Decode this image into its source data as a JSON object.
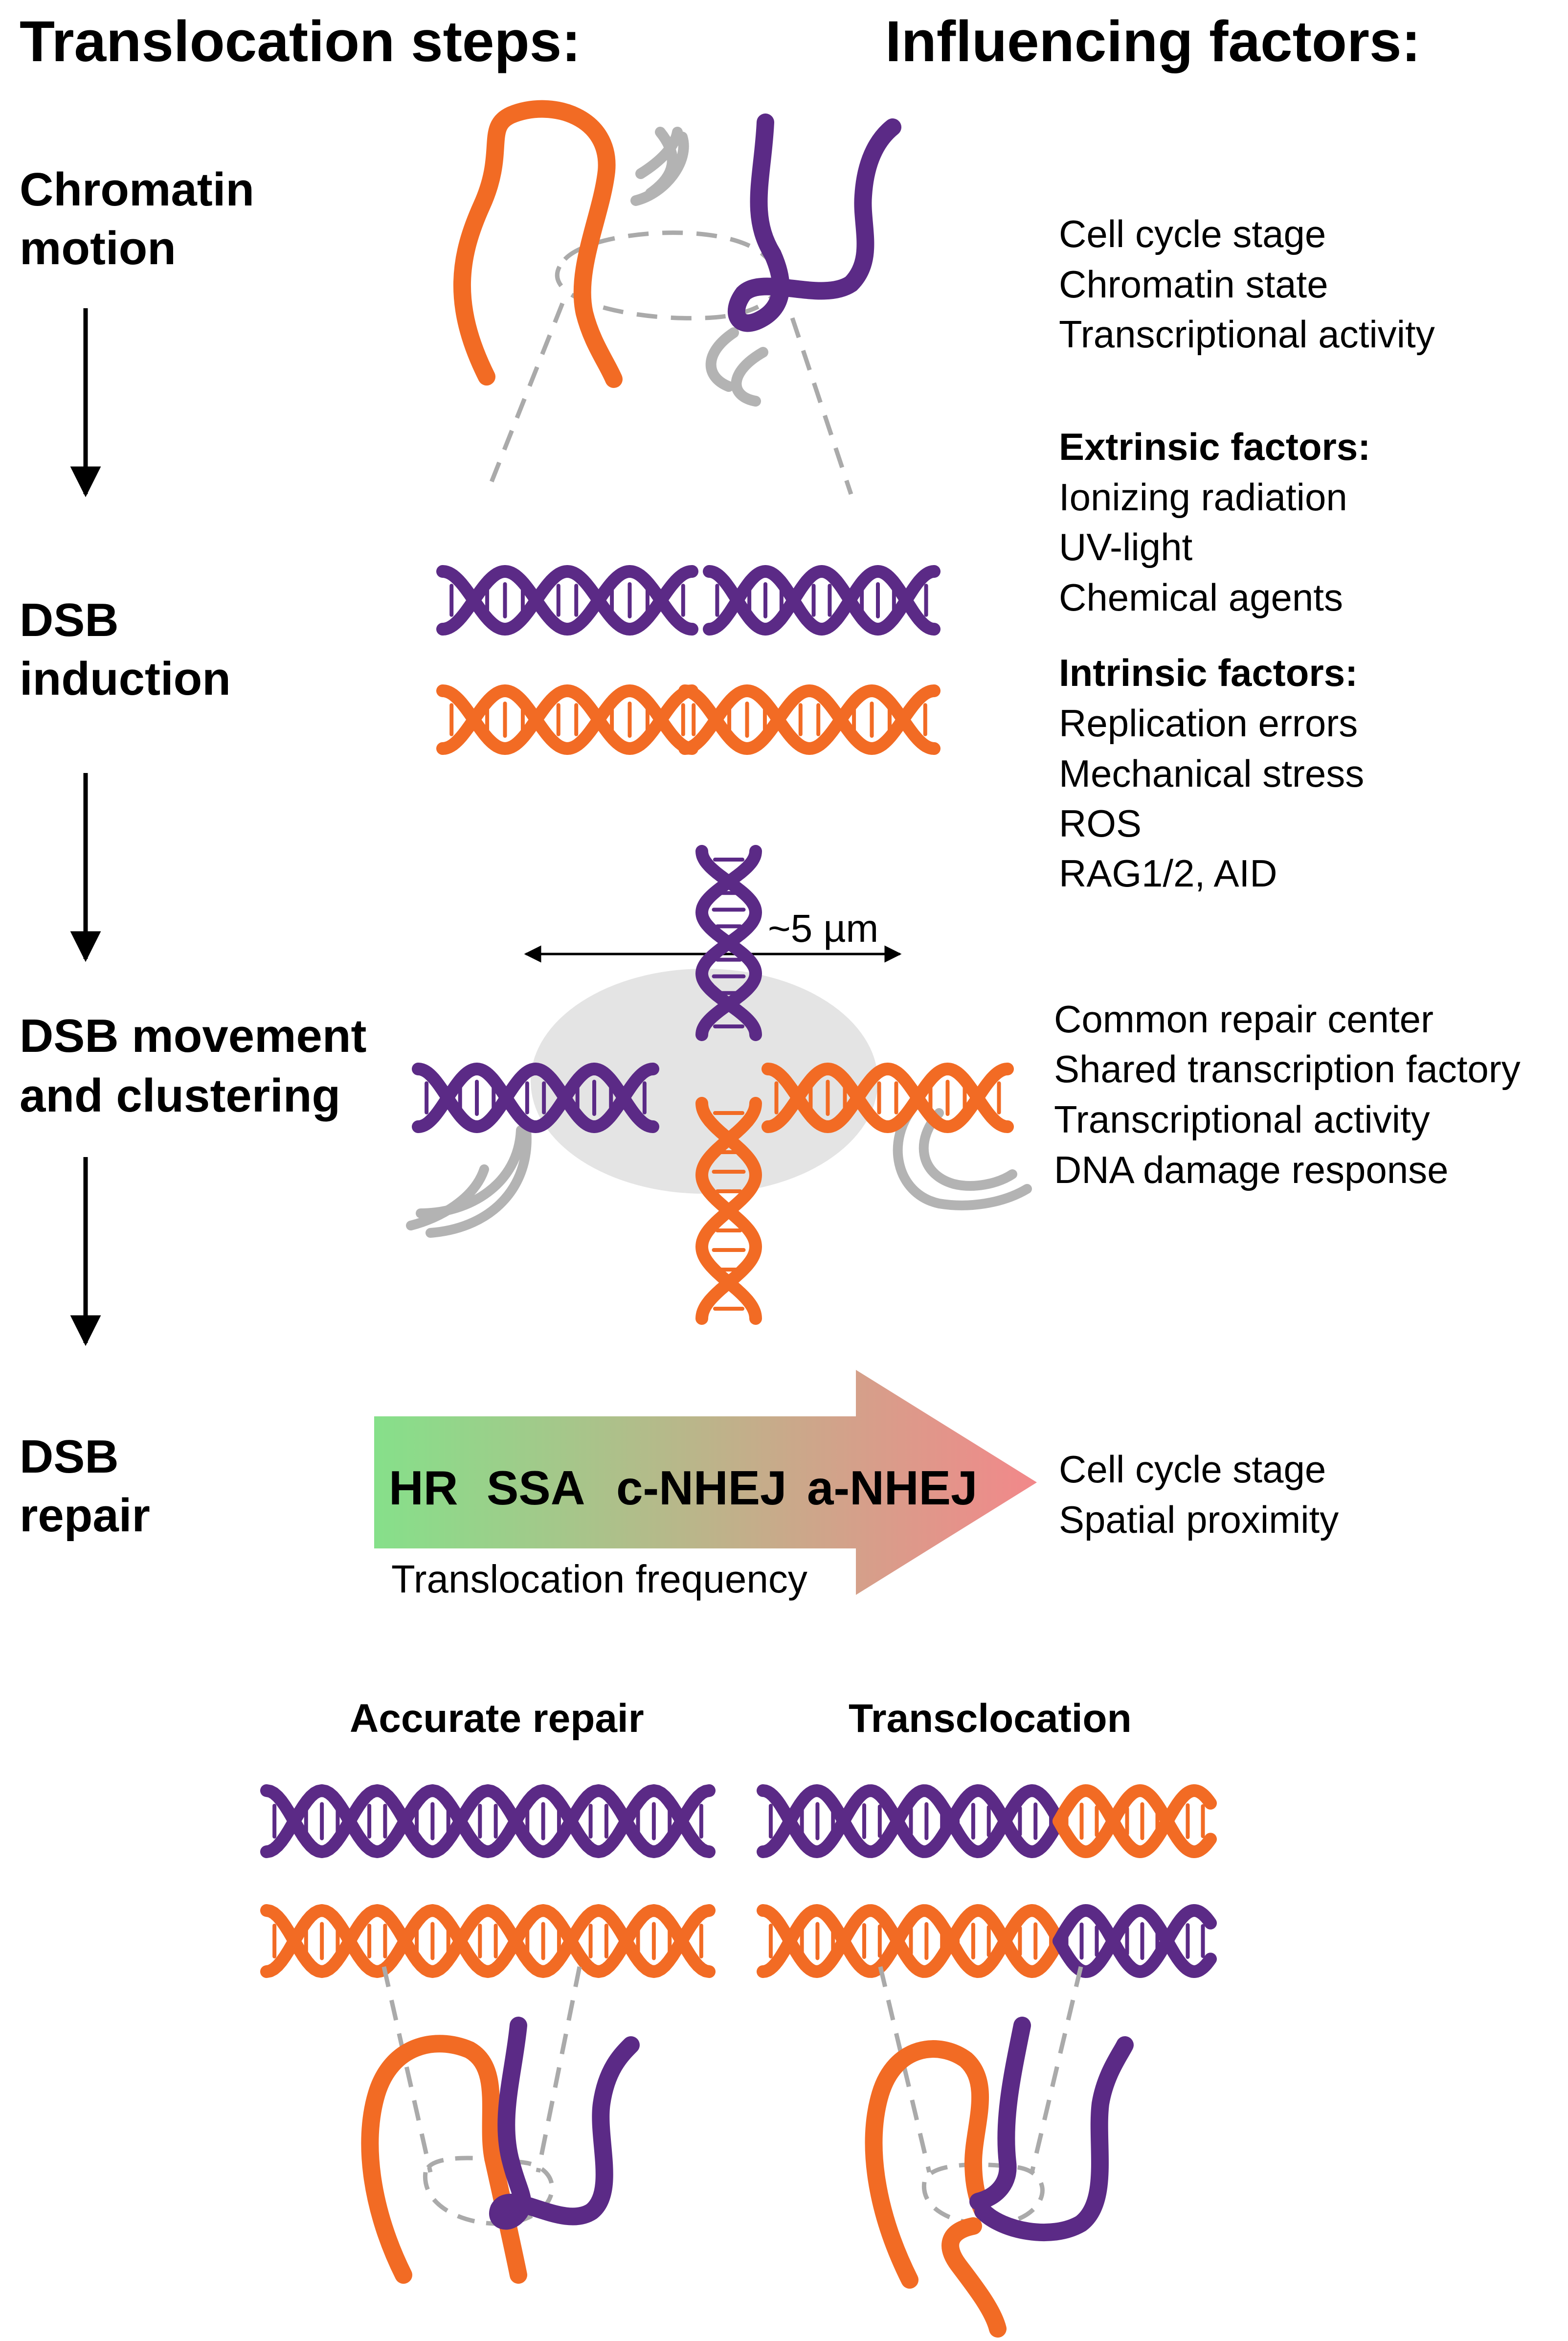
{
  "headers": {
    "left": "Translocation steps:",
    "right": "Influencing factors:"
  },
  "steps": [
    {
      "line1": "Chromatin",
      "line2": "motion"
    },
    {
      "line1": "DSB",
      "line2": "induction"
    },
    {
      "line1": "DSB movement",
      "line2": "and clustering"
    },
    {
      "line1": "DSB",
      "line2": "repair"
    }
  ],
  "factors": {
    "chromatin_motion": [
      "Cell cycle stage",
      "Chromatin state",
      "Transcriptional activity"
    ],
    "extrinsic_title": "Extrinsic factors:",
    "extrinsic": [
      "Ionizing radiation",
      "UV-light",
      "Chemical agents"
    ],
    "intrinsic_title": "Intrinsic factors:",
    "intrinsic": [
      "Replication errors",
      "Mechanical stress",
      "ROS",
      "RAG1/2, AID"
    ],
    "clustering": [
      "Common repair center",
      "Shared transcription factory",
      "Transcriptional activity",
      "DNA damage response"
    ],
    "repair": [
      "Cell cycle stage",
      "Spatial proximity"
    ]
  },
  "distance_label": "~5 µm",
  "repair_pathways": [
    "HR",
    "SSA",
    "c-NHEJ",
    "a-NHEJ"
  ],
  "frequency_label": "Translocation frequency",
  "outcomes": {
    "accurate": "Accurate repair",
    "translocation": "Transclocation"
  },
  "colors": {
    "purple": "#5b2a86",
    "orange": "#f26b24",
    "gray": "#b3b3b3",
    "dash": "#aaaaaa",
    "gradient_start": "#86e08a",
    "gradient_end": "#f2888a",
    "cluster": "#e4e4e4"
  }
}
